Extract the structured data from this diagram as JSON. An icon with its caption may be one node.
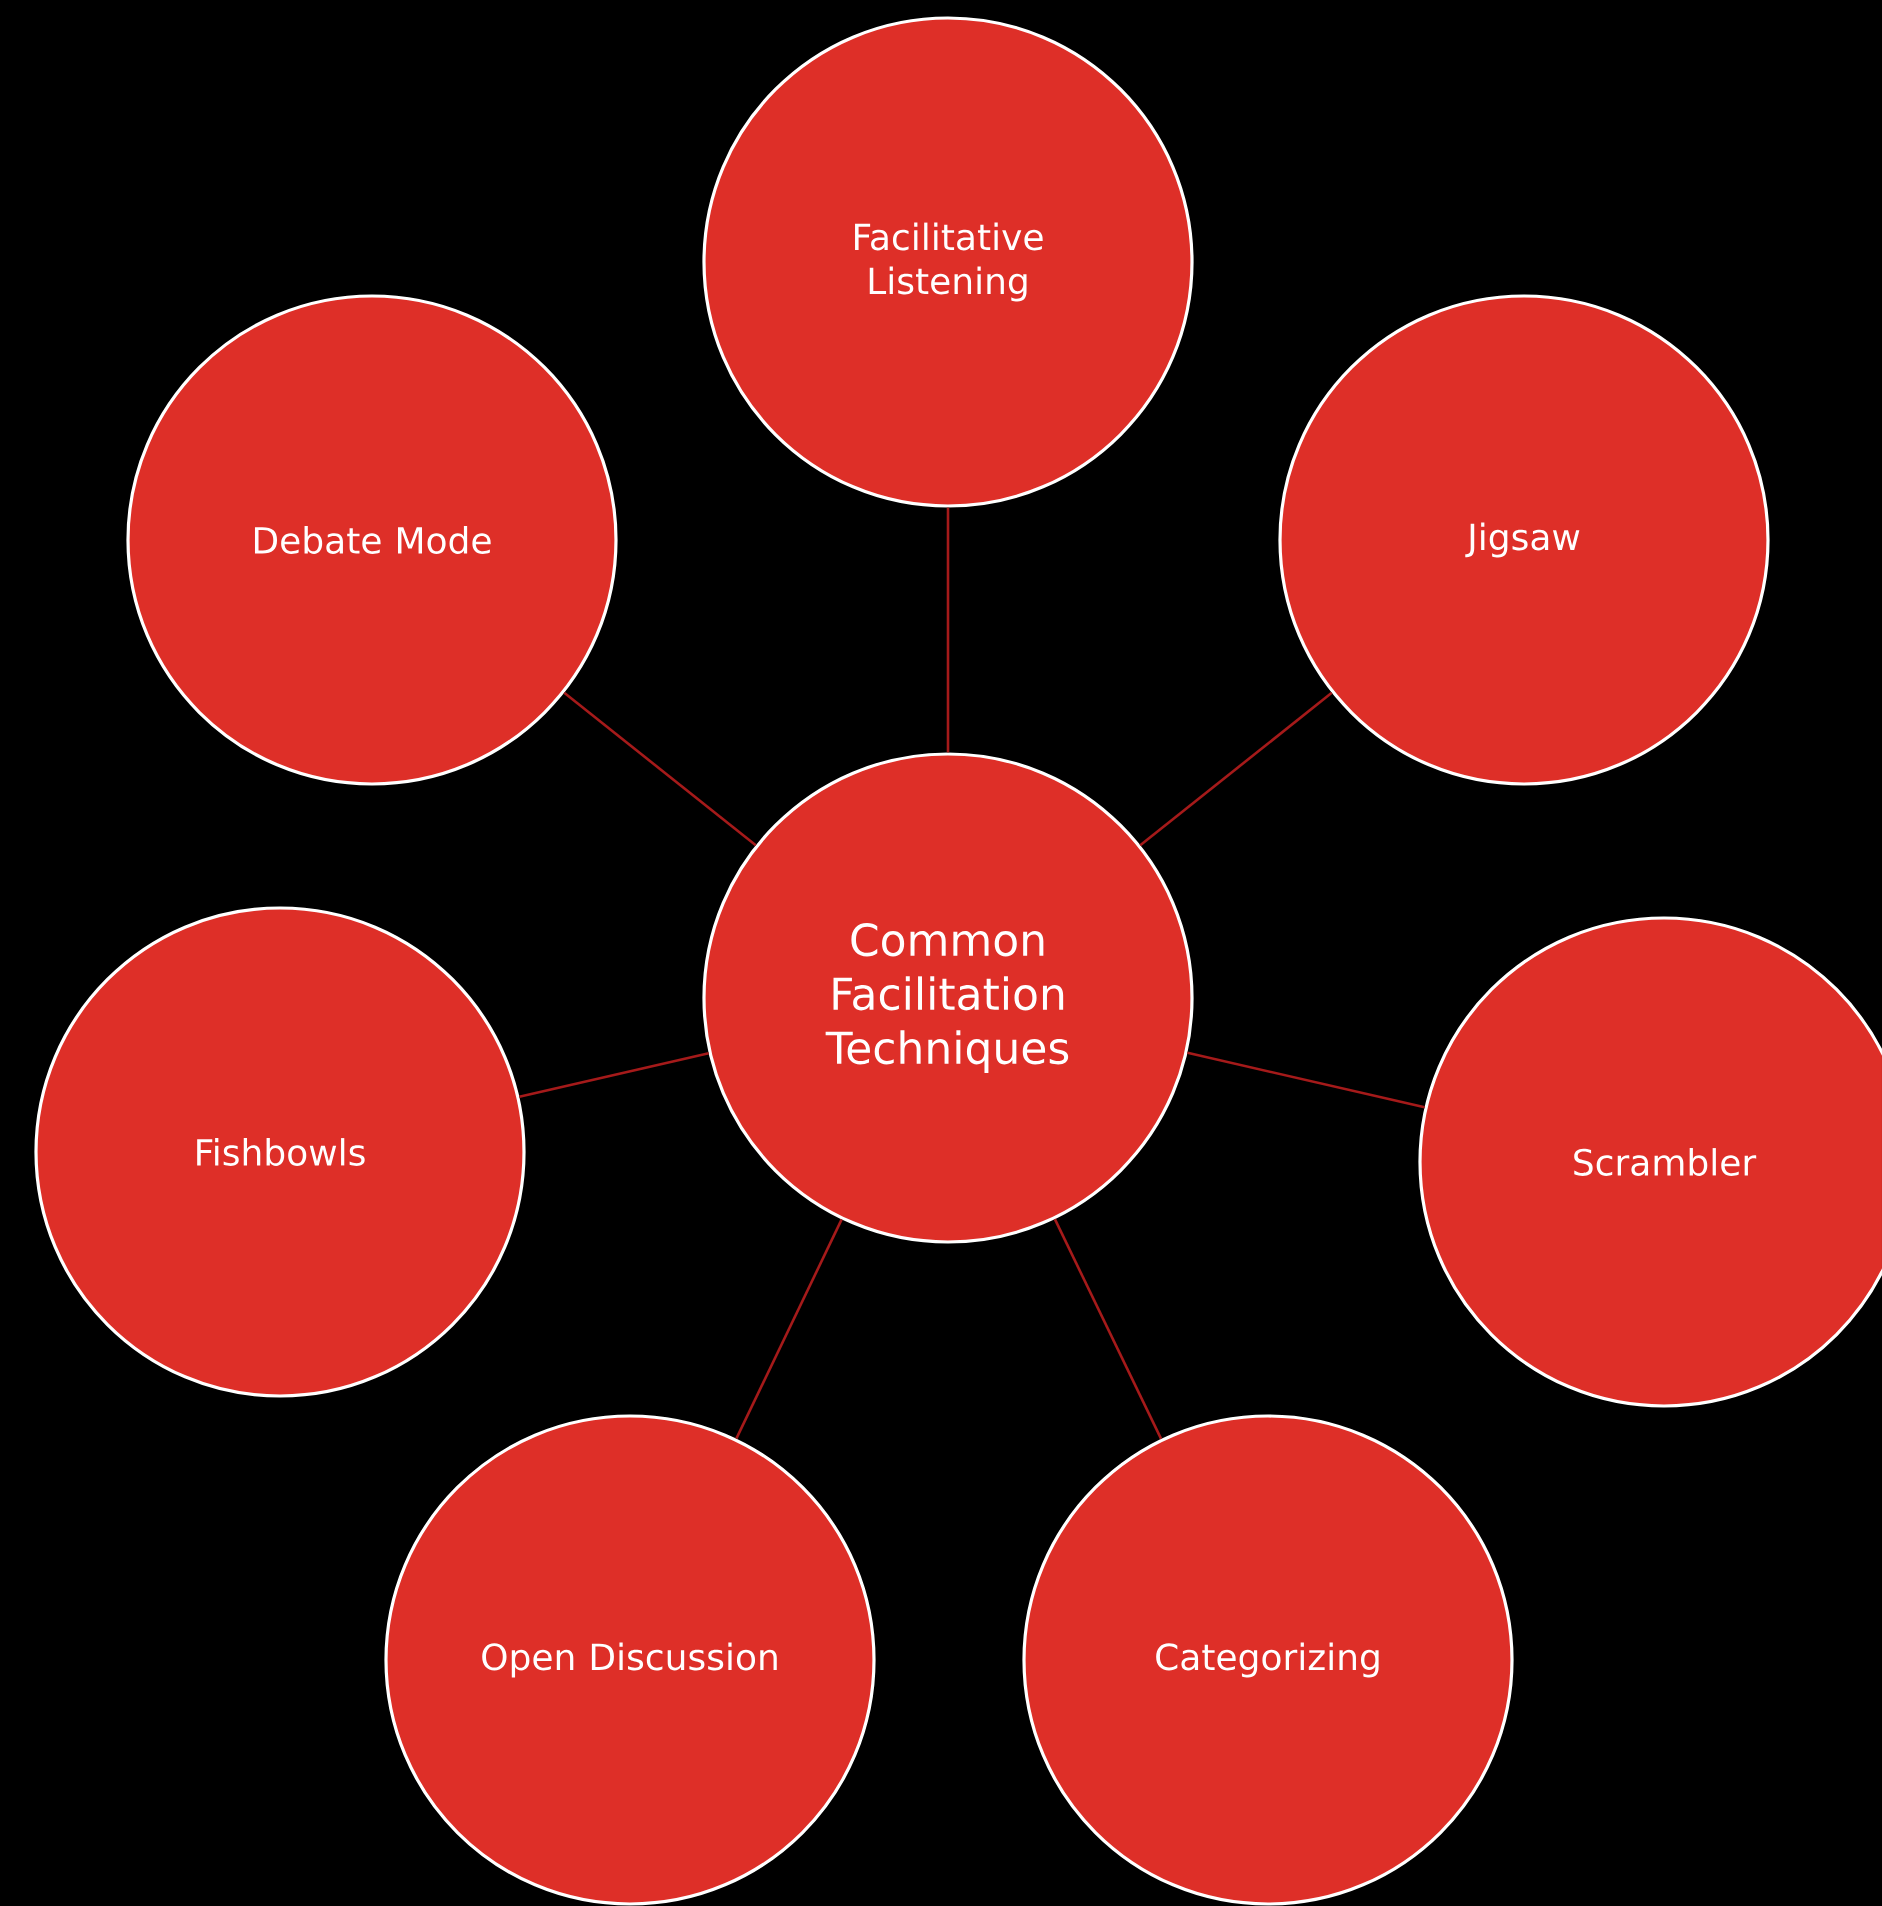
{
  "diagram": {
    "nodes": [
      {
        "text": [
          "Common Facilitation Techniques"
        ]
      },
      {
        "text": [
          "Facilitative Listening"
        ]
      },
      {
        "text": [
          "Jigsaw"
        ]
      },
      {
        "text": [
          "Scrambler"
        ]
      },
      {
        "text": [
          "Categorizing"
        ]
      },
      {
        "text": [
          "Open Discussion"
        ]
      },
      {
        "text": [
          "Fishbowls"
        ]
      },
      {
        "text": [
          "Debate Mode"
        ]
      }
    ],
    "edges": [
      {
        "from": 0,
        "to": 1,
        "arrow": "none"
      },
      {
        "from": 0,
        "to": 2,
        "arrow": "none"
      },
      {
        "from": 0,
        "to": 3,
        "arrow": "none"
      },
      {
        "from": 0,
        "to": 4,
        "arrow": "none"
      },
      {
        "from": 0,
        "to": 5,
        "arrow": "none"
      },
      {
        "from": 0,
        "to": 6,
        "arrow": "none"
      },
      {
        "from": 0,
        "to": 7,
        "arrow": "none"
      }
    ]
  }
}
